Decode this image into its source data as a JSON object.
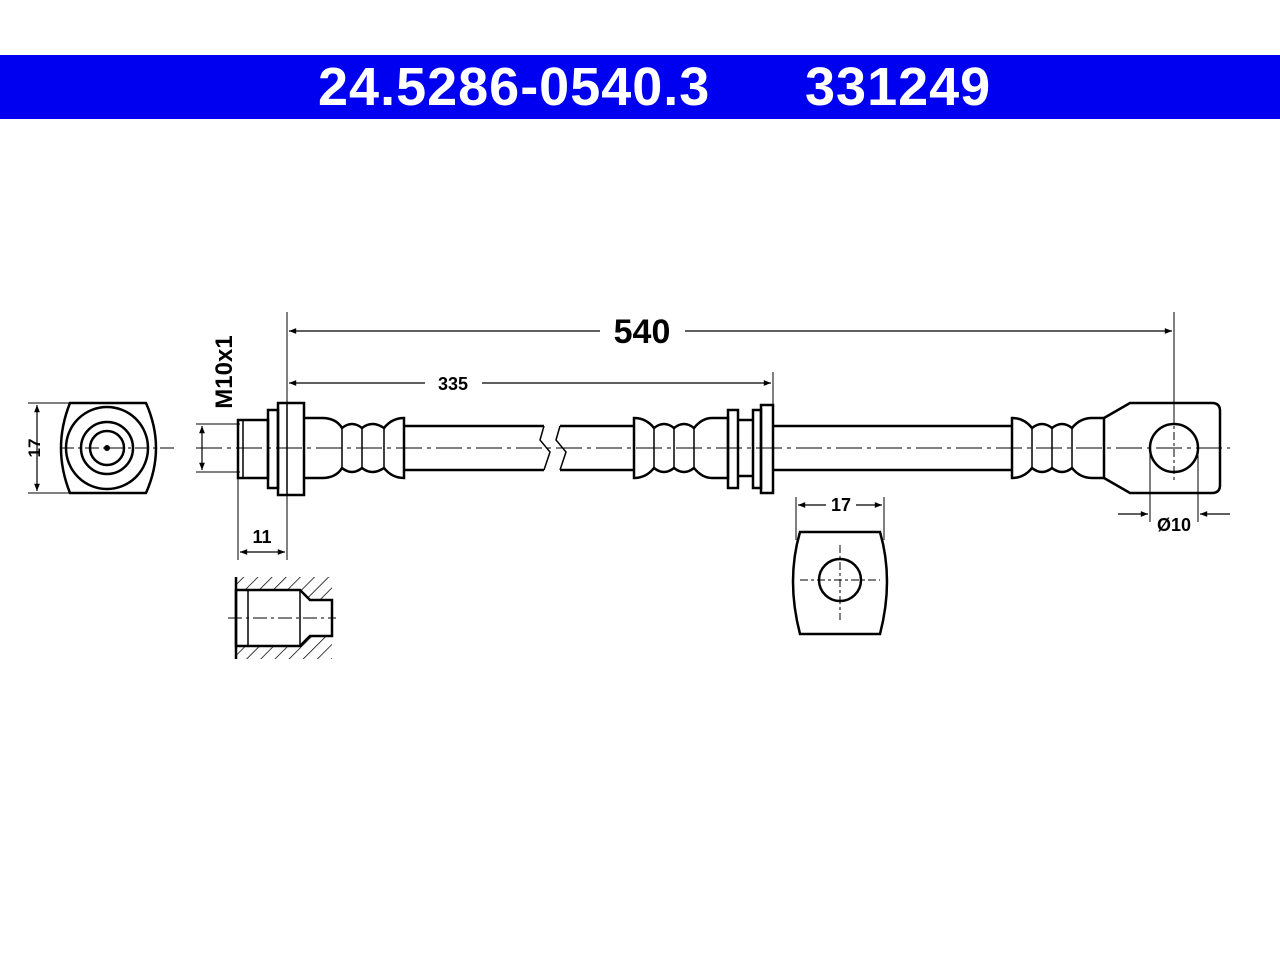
{
  "header": {
    "part_number": "24.5286-0540.3",
    "ref_number": "331249",
    "background_color": "#0000f0",
    "text_color": "#ffffff"
  },
  "dimensions": {
    "overall_length": "540",
    "partial_length": "335",
    "thread": "M10x1",
    "left_fitting_width": "17",
    "thread_depth": "11",
    "bracket_width": "17",
    "eye_diameter": "Ø10"
  }
}
